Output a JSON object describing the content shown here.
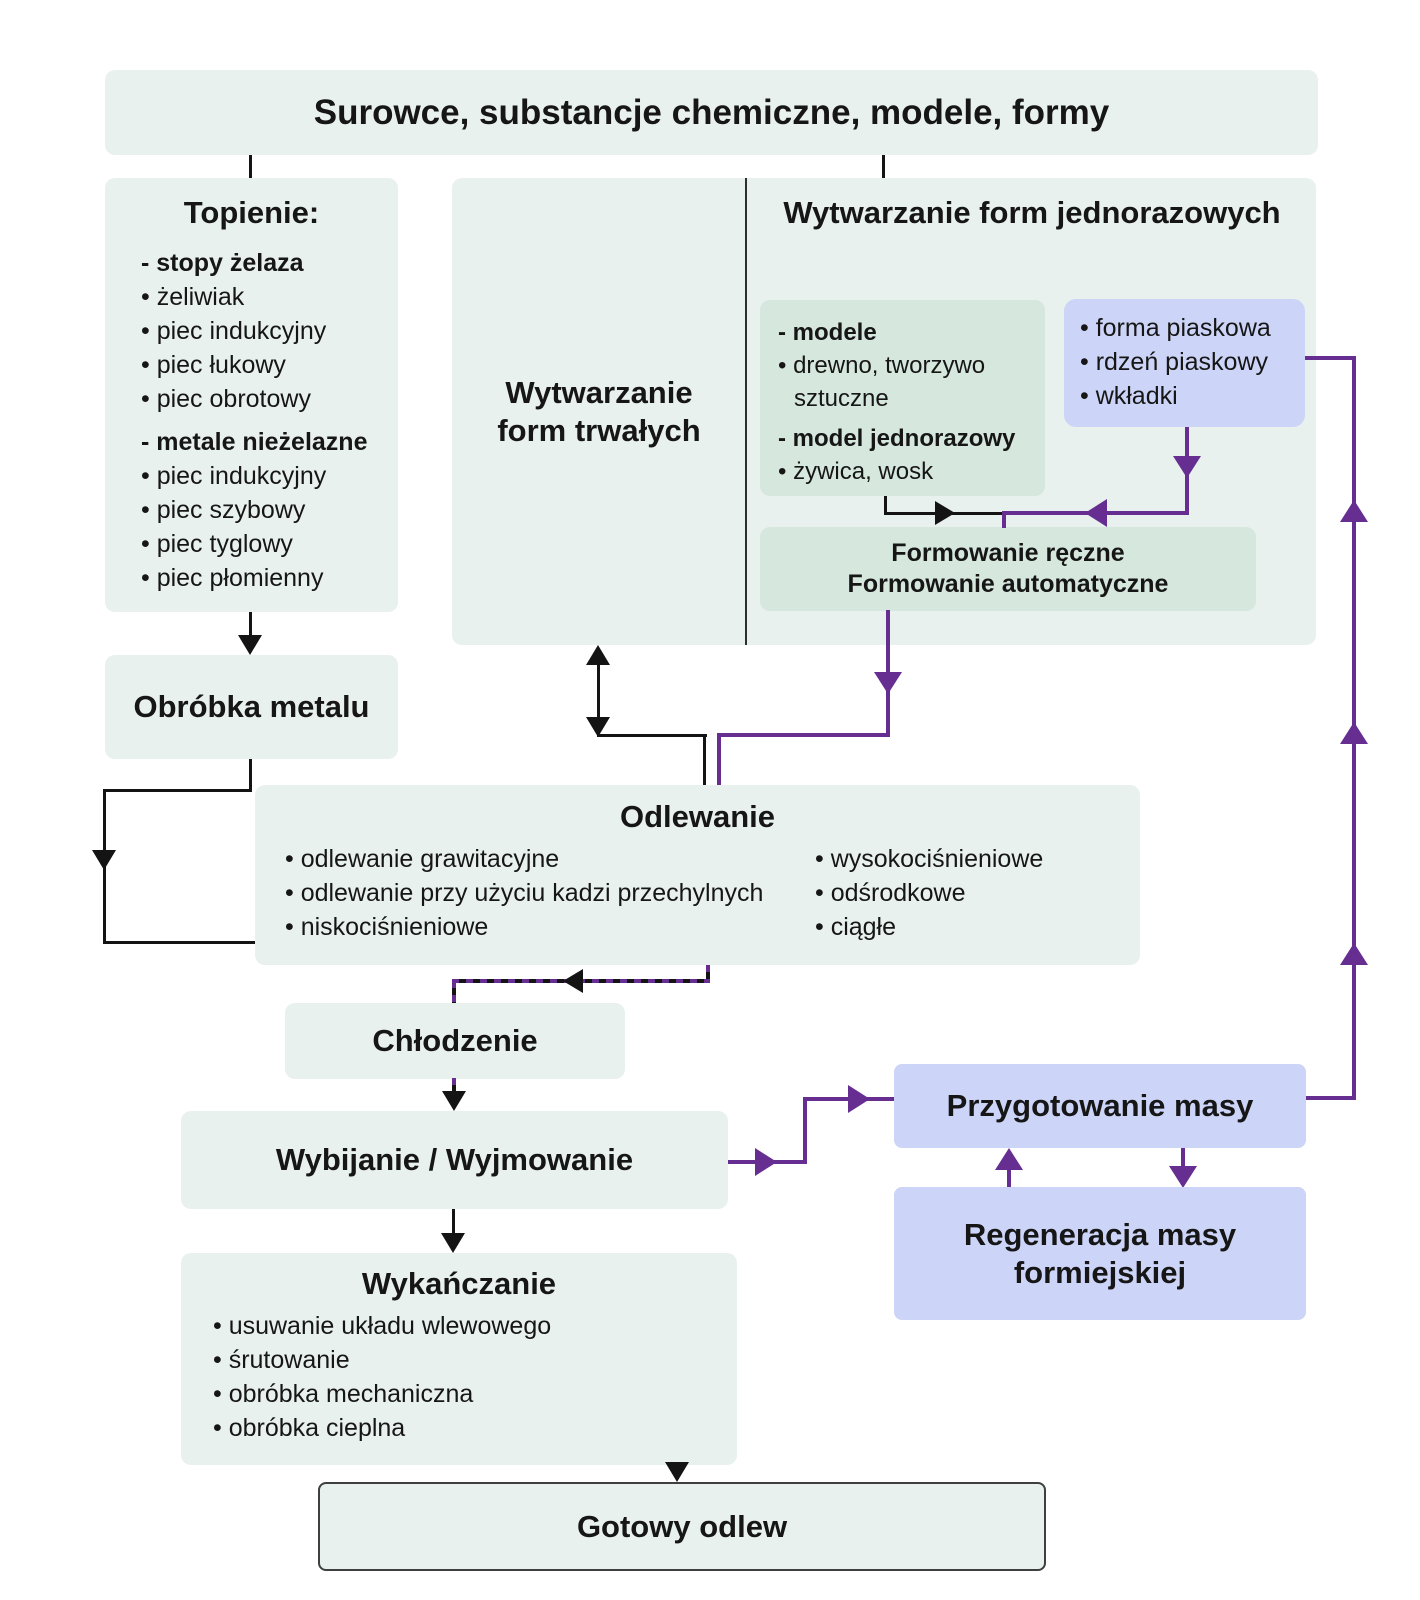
{
  "colors": {
    "box_bg": "#e9f1ee",
    "green_box_bg": "#d6e7dd",
    "lavender_box_bg": "#ccd4f7",
    "arrow_purple": "#662e91",
    "arrow_black": "#141414",
    "text": "#161616"
  },
  "header": {
    "title": "Surowce, substancje chemiczne, modele, formy"
  },
  "topienie": {
    "title": "Topienie:",
    "group1_heading": "- stopy żelaza",
    "group1": [
      "• żeliwiak",
      "• piec indukcyjny",
      "• piec łukowy",
      "• piec obrotowy"
    ],
    "group2_heading": "- metale nieżelazne",
    "group2": [
      "• piec indukcyjny",
      "• piec szybowy",
      "• piec tyglowy",
      "• piec płomienny"
    ]
  },
  "forms": {
    "permanent_title": "Wytwarzanie form trwałych",
    "disposable_title": "Wytwarzanie form jednorazowych"
  },
  "models": {
    "h1": "- modele",
    "i1": "• drewno, tworzywo sztuczne",
    "h2": "- model jednorazowy",
    "i2": "• żywica, wosk"
  },
  "sand": {
    "items": [
      "• forma piaskowa",
      "• rdzeń piaskowy",
      "• wkładki"
    ]
  },
  "formowanie": {
    "line1": "Formowanie ręczne",
    "line2": "Formowanie automatyczne"
  },
  "obrobka": {
    "title": "Obróbka metalu"
  },
  "odlewanie": {
    "title": "Odlewanie",
    "left": [
      "• odlewanie grawitacyjne",
      "• odlewanie przy użyciu kadzi przechylnych",
      "• niskociśnieniowe"
    ],
    "right": [
      "• wysokociśnieniowe",
      "• odśrodkowe",
      "• ciągłe"
    ]
  },
  "chlodzenie": {
    "title": "Chłodzenie"
  },
  "wybijanie": {
    "title": "Wybijanie / Wyjmowanie"
  },
  "wykanczanie": {
    "title": "Wykańczanie",
    "items": [
      "• usuwanie układu wlewowego",
      "• śrutowanie",
      "• obróbka mechaniczna",
      "• obróbka cieplna"
    ]
  },
  "gotowy": {
    "title": "Gotowy odlew"
  },
  "przygotowanie": {
    "title": "Przygotowanie masy"
  },
  "regeneracja": {
    "title": "Regeneracja masy formiejskiej"
  }
}
